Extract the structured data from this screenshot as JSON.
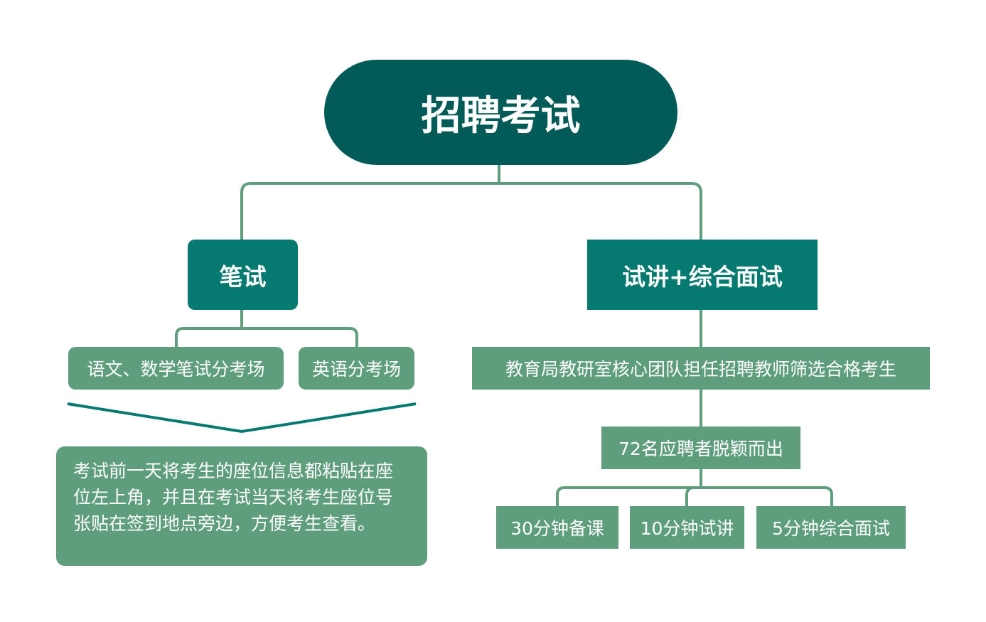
{
  "root": {
    "label": "招聘考试"
  },
  "written": {
    "label": "笔试",
    "venues": [
      "语文、数学笔试分考场",
      "英语分考场"
    ],
    "note": "考试前一天将考生的座位信息都粘贴在座位左上角，并且在考试当天将考生座位号张贴在签到地点旁边，方便考生查看。"
  },
  "interview": {
    "label": "试讲+综合面试",
    "screening": "教育局教研室核心团队担任招聘教师筛选合格考生",
    "result": "72名应聘者脱颖而出",
    "stages": [
      "30分钟备课",
      "10分钟试讲",
      "5分钟综合面试"
    ]
  },
  "colors": {
    "root": "#035b58",
    "level1": "#067a70",
    "leaf": "#5f9e7d",
    "connector": "#5f9e7d",
    "chevron": "#067a70"
  }
}
